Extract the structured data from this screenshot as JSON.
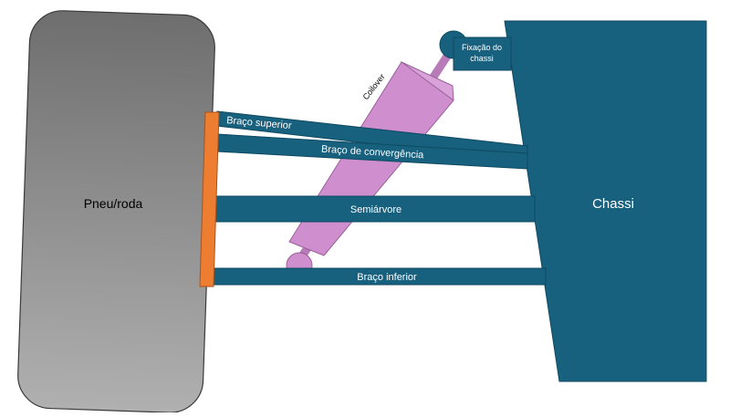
{
  "labels": {
    "wheel": "Pneu/roda",
    "chassis": "Chassi",
    "chassis_mount": "Fixação do chassi",
    "chassis_mount_line1": "Fixação do",
    "chassis_mount_line2": "chassi",
    "coilover": "Coilover",
    "upper_arm": "Braço superior",
    "toe_link": "Braço de convergência",
    "half_shaft": "Semiárvore",
    "lower_arm": "Braço inferior"
  },
  "colors": {
    "wheel_fill": "#8c8c8c",
    "chassis_fill": "#17607e",
    "arm_fill": "#17607e",
    "hub_fill": "#ed7d31",
    "coilover_fill": "#cf8fcf",
    "text_light": "#ffffff",
    "text_dark": "#000000"
  }
}
